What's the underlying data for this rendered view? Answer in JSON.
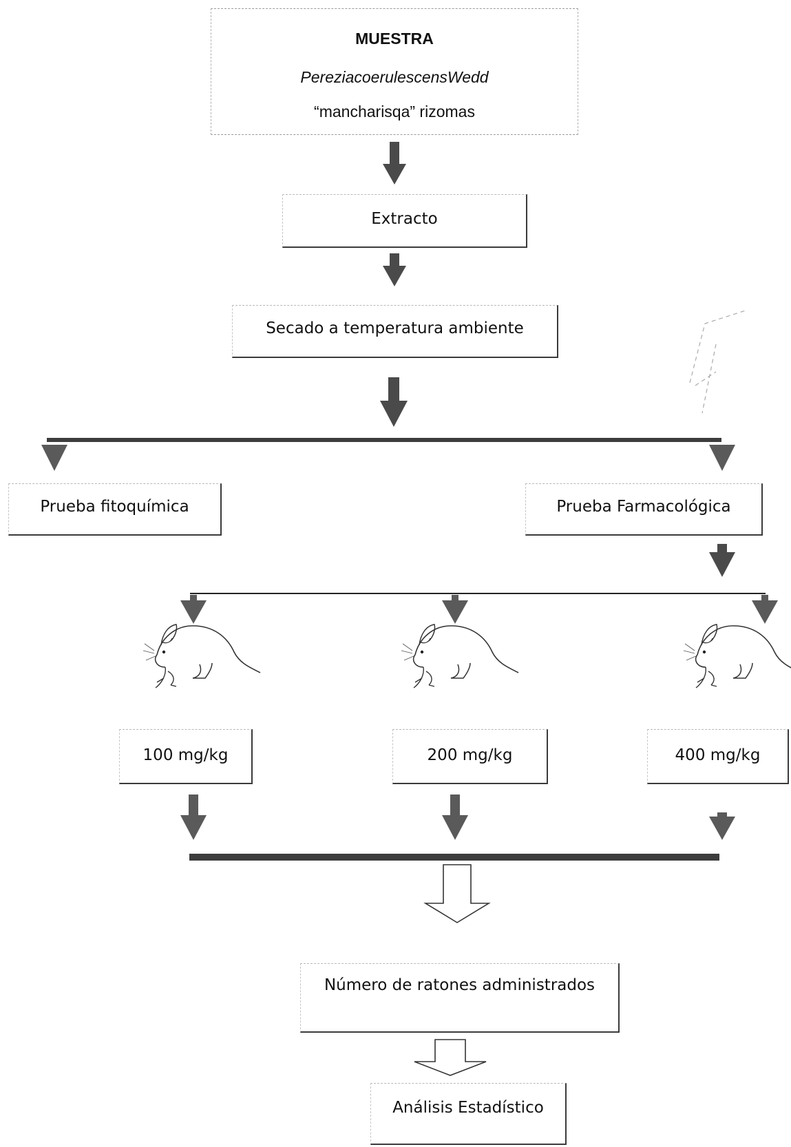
{
  "flowchart": {
    "sample": {
      "title": "MUESTRA",
      "species": "PereziacoerulescensWedd",
      "common_name": "“mancharisqa” rizomas"
    },
    "extract_label": "Extracto",
    "drying_label": "Secado a temperatura ambiente",
    "phytochemical_label": "Prueba fitoquímica",
    "pharmacological_label": "Prueba Farmacológica",
    "doses": [
      "100 mg/kg",
      "200 mg/kg",
      "400 mg/kg"
    ],
    "count_label": "Número de ratones administrados",
    "stats_label": "Análisis Estadístico"
  },
  "colors": {
    "arrow_fill": "#4a4a4a",
    "bar_fill": "#3d3d3d",
    "line": "#222222"
  }
}
